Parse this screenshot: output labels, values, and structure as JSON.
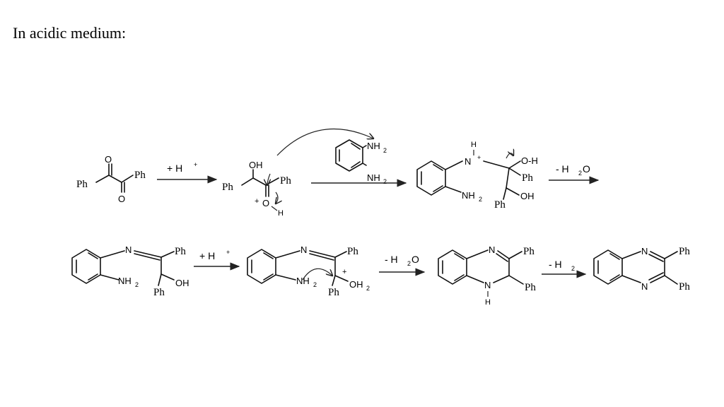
{
  "heading": "In acidic medium:",
  "atoms": {
    "ph": "Ph",
    "oh": "OH",
    "o": "O",
    "h": "H",
    "n": "N",
    "nh": "N",
    "nh2": "NH",
    "sub2": "2",
    "plus": "+"
  },
  "row1": {
    "step1_reagent": "+ H",
    "step1_charge": "+",
    "step2_reagent": "- H",
    "step2_reagent_sub": "2",
    "step2_reagent_tail": "O",
    "amine_top": "NH",
    "amine_bottom": "NH",
    "intermediate_oh_left": "O-H",
    "intermediate_oh_bottom": "OH"
  },
  "row2": {
    "step1_reagent": "+ H",
    "step1_charge": "+",
    "step2_reagent": "- H",
    "step2_reagent_sub": "2",
    "step2_reagent_tail": "O",
    "step3_reagent": "- H",
    "step3_reagent_sub": "2",
    "oh_label": "OH",
    "oh2_label": "OH",
    "oh2_sub": "2"
  }
}
